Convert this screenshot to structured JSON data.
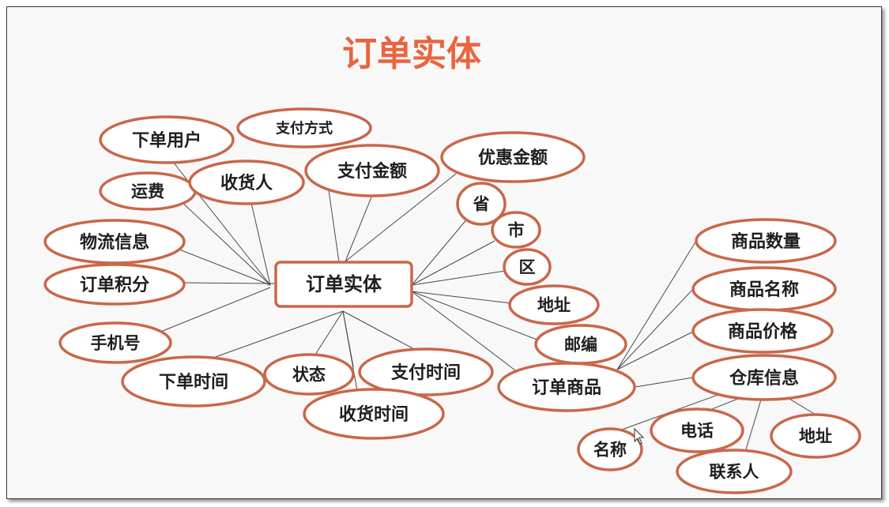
{
  "title": "订单实体",
  "center": "订单实体",
  "nodes": {
    "xiadan_yonghu": "下单用户",
    "zhifu_fangshi": "支付方式",
    "yunfei": "运费",
    "shouhuoren": "收货人",
    "zhifu_jine": "支付金额",
    "youhui_jine": "优惠金额",
    "wuliu_xinxi": "物流信息",
    "dingdan_jifen": "订单积分",
    "shoujihao": "手机号",
    "xiadan_shijian": "下单时间",
    "zhuangtai": "状态",
    "zhifu_shijian": "支付时间",
    "shouhuo_shijian": "收货时间",
    "sheng": "省",
    "shi": "市",
    "qu": "区",
    "dizhi": "地址",
    "youbian": "邮编",
    "dingdan_shangpin": "订单商品",
    "shangpin_shuliang": "商品数量",
    "shangpin_mingcheng": "商品名称",
    "shangpin_jiage": "商品价格",
    "cangku_xinxi": "仓库信息",
    "mingcheng": "名称",
    "dianhua": "电话",
    "lianxiren": "联系人",
    "cangku_dizhi": "地址"
  }
}
